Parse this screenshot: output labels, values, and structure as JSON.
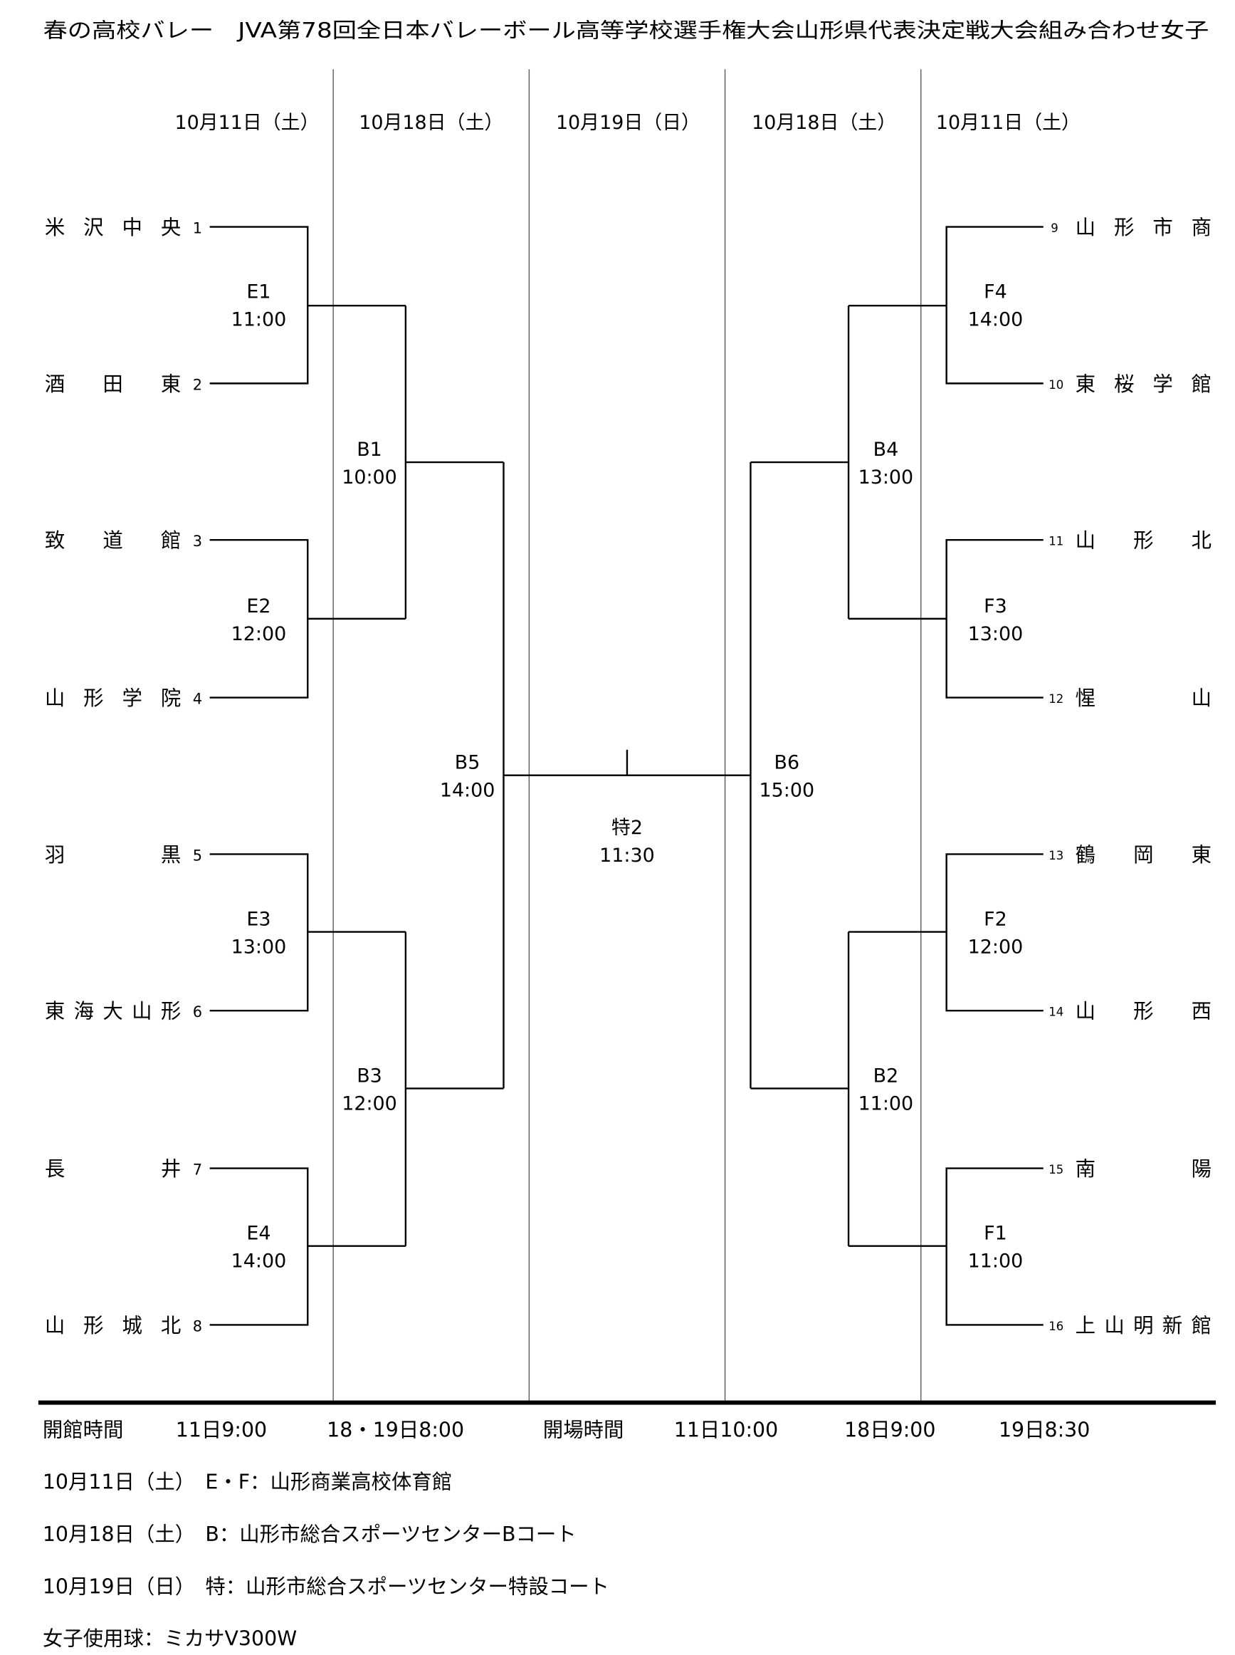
{
  "title": "春の高校バレー　JVA第78回全日本バレーボール高等学校選手権大会山形県代表決定戦大会組み合わせ女子",
  "dates": [
    "10月11日（土）",
    "10月18日（土）",
    "10月19日（日）",
    "10月18日（土）",
    "10月11日（土）"
  ],
  "left_teams": [
    {
      "no": "1",
      "name": "米沢中央"
    },
    {
      "no": "2",
      "name": "酒田東"
    },
    {
      "no": "3",
      "name": "致道館"
    },
    {
      "no": "4",
      "name": "山形学院"
    },
    {
      "no": "5",
      "name": "羽黒"
    },
    {
      "no": "6",
      "name": "東海大山形"
    },
    {
      "no": "7",
      "name": "長井"
    },
    {
      "no": "8",
      "name": "山形城北"
    }
  ],
  "right_teams": [
    {
      "no": "9",
      "name": "山形市商"
    },
    {
      "no": "10",
      "name": "東桜学館"
    },
    {
      "no": "11",
      "name": "山形北"
    },
    {
      "no": "12",
      "name": "惺山"
    },
    {
      "no": "13",
      "name": "鶴岡東"
    },
    {
      "no": "14",
      "name": "山形西"
    },
    {
      "no": "15",
      "name": "南陽"
    },
    {
      "no": "16",
      "name": "上山明新館"
    }
  ],
  "matches": {
    "E1": {
      "id": "E1",
      "time": "11:00"
    },
    "E2": {
      "id": "E2",
      "time": "12:00"
    },
    "E3": {
      "id": "E3",
      "time": "13:00"
    },
    "E4": {
      "id": "E4",
      "time": "14:00"
    },
    "B1": {
      "id": "B1",
      "time": "10:00"
    },
    "B3": {
      "id": "B3",
      "time": "12:00"
    },
    "B5": {
      "id": "B5",
      "time": "14:00"
    },
    "F4": {
      "id": "F4",
      "time": "14:00"
    },
    "F3": {
      "id": "F3",
      "time": "13:00"
    },
    "F2": {
      "id": "F2",
      "time": "12:00"
    },
    "F1": {
      "id": "F1",
      "time": "11:00"
    },
    "B4": {
      "id": "B4",
      "time": "13:00"
    },
    "B2": {
      "id": "B2",
      "time": "11:00"
    },
    "B6": {
      "id": "B6",
      "time": "15:00"
    },
    "final": {
      "id": "特2",
      "time": "11:30"
    }
  },
  "footer": {
    "open_hall_label": "開館時間",
    "open_hall_1": "11日9:00",
    "open_hall_2": "18・19日8:00",
    "open_venue_label": "開場時間",
    "open_venue_1": "11日10:00",
    "open_venue_2": "18日9:00",
    "open_venue_3": "19日8:30",
    "venue_lines": [
      "10月11日（土）　E・F：山形商業高校体育館",
      "10月18日（土）　B：山形市総合スポーツセンターBコート",
      "10月19日（日）　特：山形市総合スポーツセンター特設コート"
    ],
    "ball": "女子使用球：ミカサV300W"
  }
}
